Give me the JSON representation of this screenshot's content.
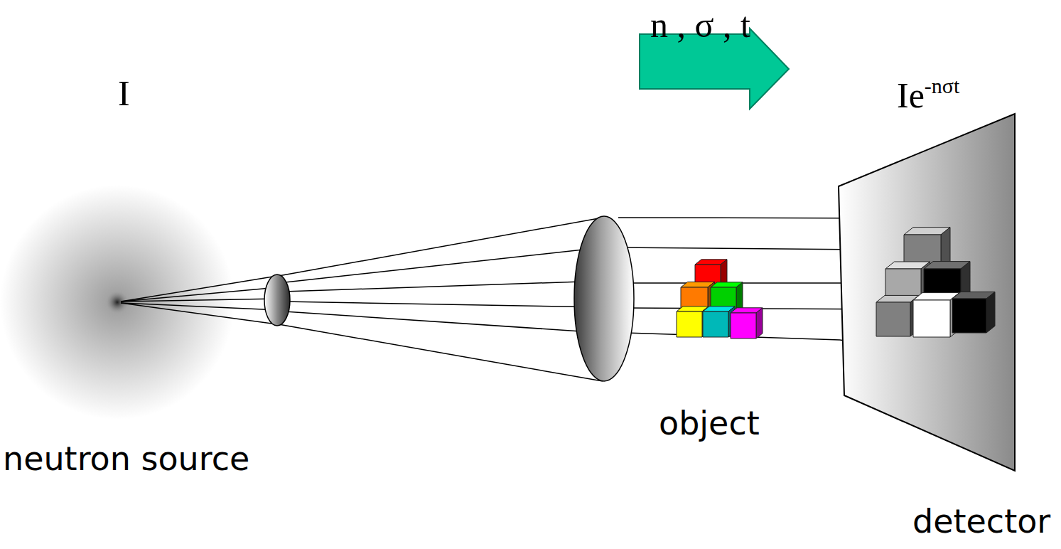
{
  "diagram": {
    "labels": [
      "I",
      "n , σ , t",
      "Ie-nσt",
      "neutron source",
      "object",
      "detector"
    ]
  }
}
